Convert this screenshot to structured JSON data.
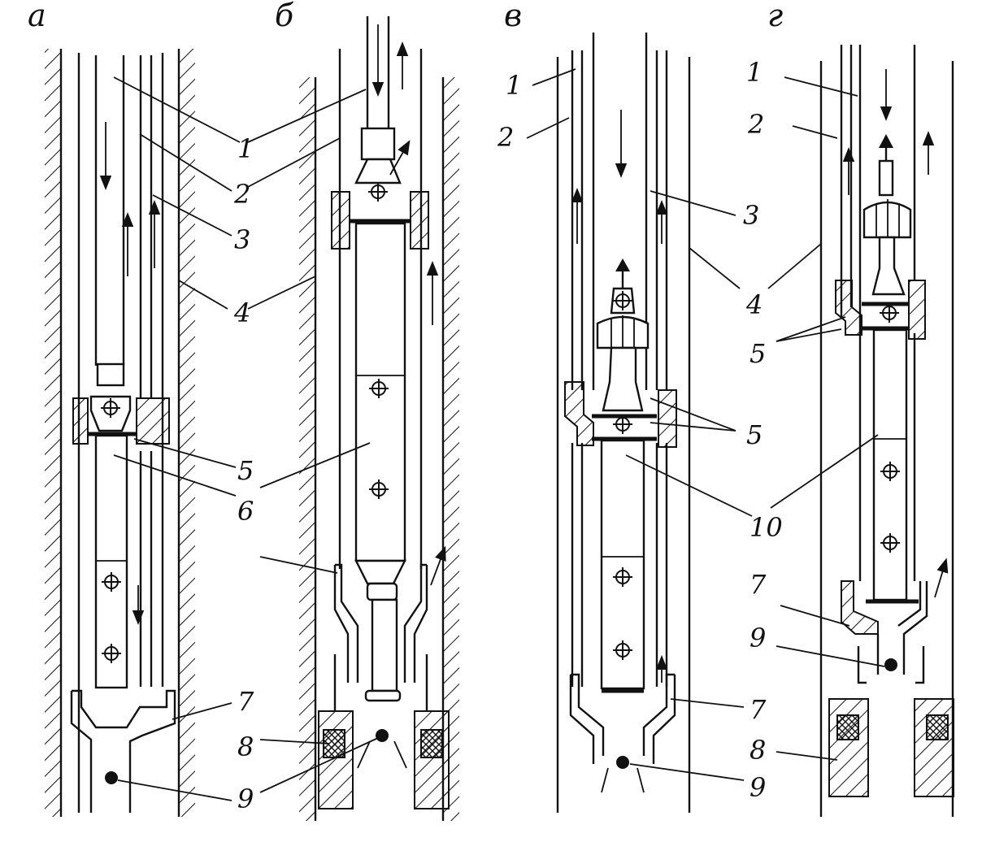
{
  "panels": [
    {
      "id": "a",
      "label": "а"
    },
    {
      "id": "b",
      "label": "б"
    },
    {
      "id": "v",
      "label": "в"
    },
    {
      "id": "g",
      "label": "г"
    }
  ],
  "callouts": {
    "a": [
      "1",
      "2",
      "3",
      "4",
      "5",
      "6",
      "7",
      "8",
      "9"
    ],
    "v": [
      "1",
      "2",
      "3",
      "4",
      "5",
      "10",
      "7",
      "9"
    ],
    "g": [
      "1",
      "2",
      "4",
      "5",
      "7",
      "9",
      "8"
    ]
  }
}
